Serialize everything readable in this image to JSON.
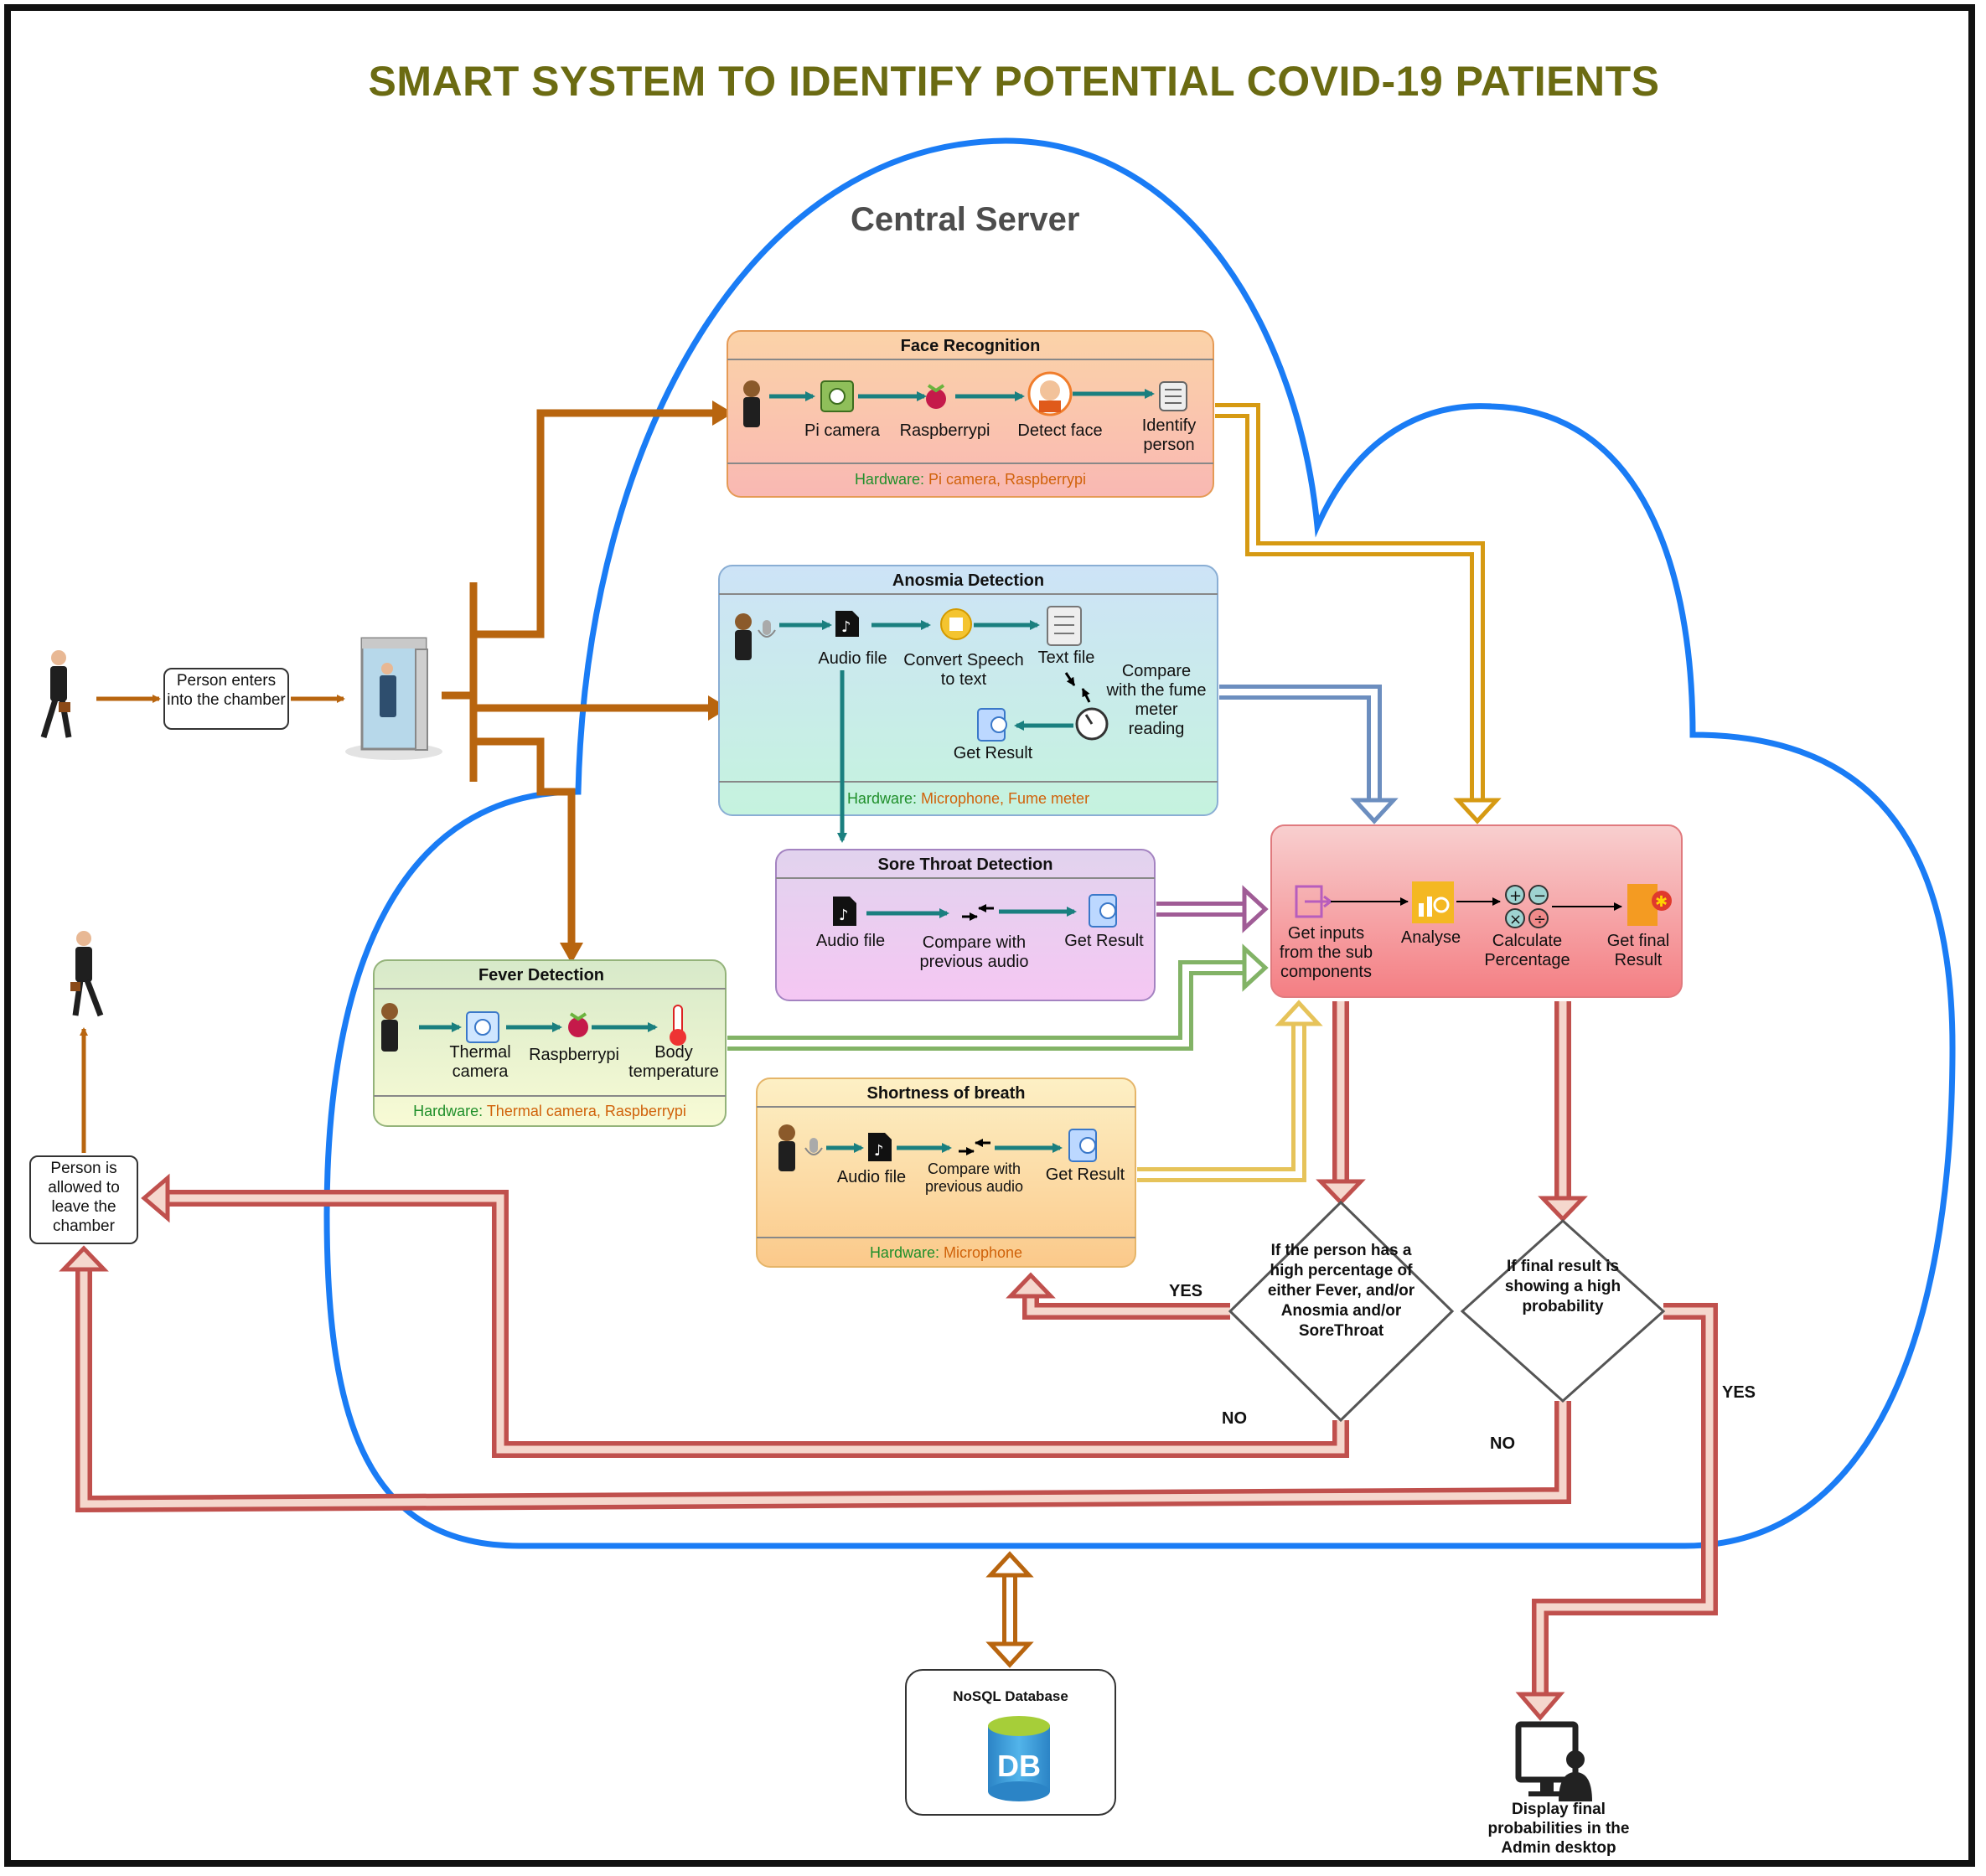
{
  "title": "SMART SYSTEM TO IDENTIFY POTENTIAL COVID-19 PATIENTS",
  "central_server": "Central Server",
  "entry": {
    "enters": "Person enters into the chamber",
    "leaves": "Person is allowed to leave the chamber"
  },
  "face": {
    "title": "Face Recognition",
    "steps": [
      "Pi camera",
      "Raspberrypi",
      "Detect face",
      "Identify person"
    ],
    "hw_key": "Hardware:",
    "hw_val": "Pi camera, Raspberrypi"
  },
  "anosmia": {
    "title": "Anosmia Detection",
    "audio": "Audio file",
    "convert": "Convert Speech to text",
    "text": "Text file",
    "compare": "Compare with the fume meter reading",
    "result": "Get Result",
    "hw_key": "Hardware:",
    "hw_val": "Microphone, Fume meter"
  },
  "sore": {
    "title": "Sore Throat Detection",
    "audio": "Audio file",
    "compare": "Compare with previous audio",
    "result": "Get Result"
  },
  "fever": {
    "title": "Fever Detection",
    "steps": [
      "Thermal camera",
      "Raspberrypi",
      "Body temperature"
    ],
    "hw_key": "Hardware:",
    "hw_val": "Thermal camera, Raspberrypi"
  },
  "breath": {
    "title": "Shortness of breath",
    "audio": "Audio file",
    "compare": "Compare with previous audio",
    "result": "Get Result",
    "hw_key": "Hardware:",
    "hw_val": "Microphone"
  },
  "analysis": {
    "steps": [
      "Get inputs from the sub components",
      "Analyse",
      "Calculate Percentage",
      "Get final Result"
    ]
  },
  "decision1": "If the person has a high percentage of either Fever, and/or Anosmia and/or SoreThroat",
  "decision2": "If final result is showing a high probability",
  "labels": {
    "yes1": "YES",
    "no1": "NO",
    "yes2": "YES",
    "no2": "NO"
  },
  "database": "NoSQL Database",
  "db_icon_text": "DB",
  "admin": "Display  final probabilities in the Admin desktop",
  "colors": {
    "title": "#6b6b12",
    "cloud": "#1a7cf5",
    "flow_brown": "#b8650f",
    "teal": "#1a7f7f",
    "red_arrow": "#c0504d"
  }
}
